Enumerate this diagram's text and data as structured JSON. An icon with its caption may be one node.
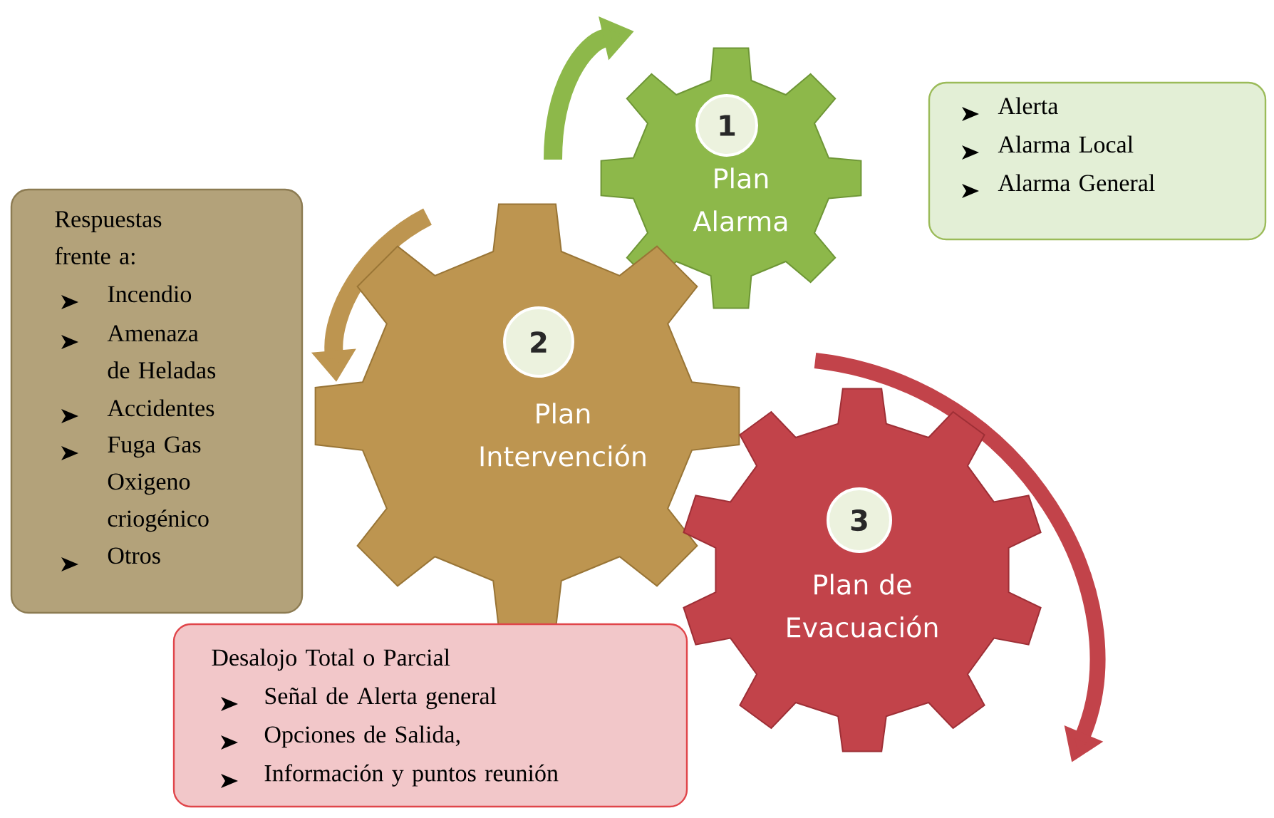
{
  "diagram": {
    "nodes": [
      {
        "text": [
          "1",
          "Plan Alarma"
        ]
      },
      {
        "text": [
          "2",
          "Plan Intervención"
        ]
      },
      {
        "text": [
          "3",
          "Plan de Evacuación"
        ]
      },
      {
        "text": [
          "Alerta",
          "Alarma Local",
          "Alarma General"
        ]
      },
      {
        "text": [
          "Respuestas frente a:",
          "Incendio",
          "Amenaza de Heladas",
          "Accidentes",
          "Fuga Gas Oxigeno criogénico",
          "Otros"
        ]
      },
      {
        "text": [
          "Desalojo Total o Parcial",
          "Señal de Alerta general",
          "Opciones de Salida,",
          "Información y puntos reunión"
        ]
      }
    ],
    "edges": []
  }
}
